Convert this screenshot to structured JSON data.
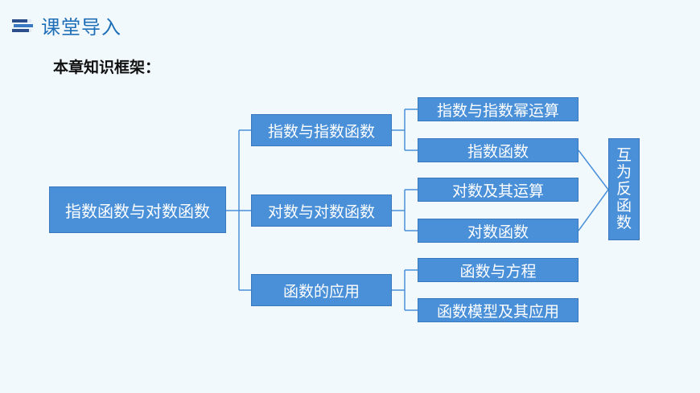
{
  "header": {
    "title": "课堂导入",
    "icon": "books-icon"
  },
  "subtitle": "本章知识框架：",
  "diagram": {
    "root": "指数函数与对数函数",
    "level1": [
      "指数与指数函数",
      "对数与对数函数",
      "函数的应用"
    ],
    "level2": [
      "指数与指数幂运算",
      "指数函数",
      "对数及其运算",
      "对数函数",
      "函数与方程",
      "函数模型及其应用"
    ],
    "relation": [
      "互",
      "为",
      "反",
      "函",
      "数"
    ]
  },
  "colors": {
    "box": "#4a90d9",
    "line": "#4a90d9",
    "title": "#1f6fb8",
    "background": "#f2f9fd"
  }
}
